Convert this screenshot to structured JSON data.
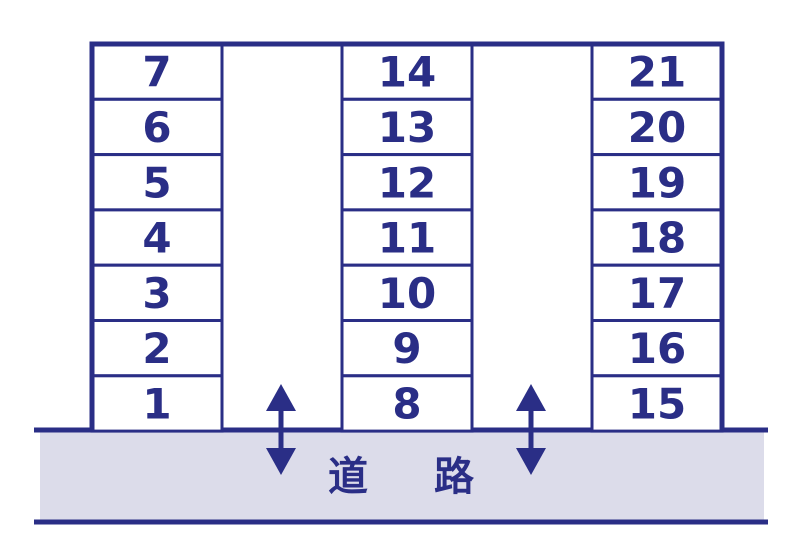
{
  "colors": {
    "line": "#2a2e86",
    "road_fill": "#dcdcea",
    "background": "#ffffff"
  },
  "columns": [
    {
      "name": "left",
      "slots": [
        "7",
        "6",
        "5",
        "4",
        "3",
        "2",
        "1"
      ]
    },
    {
      "name": "middle",
      "slots": [
        "14",
        "13",
        "12",
        "11",
        "10",
        "9",
        "8"
      ]
    },
    {
      "name": "right",
      "slots": [
        "21",
        "20",
        "19",
        "18",
        "17",
        "16",
        "15"
      ]
    }
  ],
  "road": {
    "label": "道 路"
  },
  "arrows": [
    {
      "name": "entry-arrow-left",
      "icon": "double-arrow-vertical"
    },
    {
      "name": "entry-arrow-right",
      "icon": "double-arrow-vertical"
    }
  ]
}
